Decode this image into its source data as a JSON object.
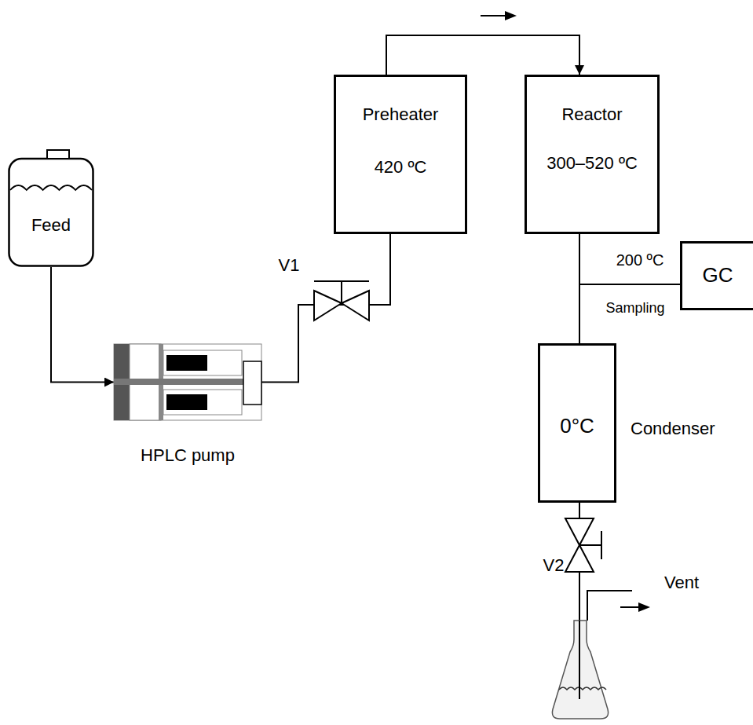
{
  "diagram": {
    "nodes": [
      {
        "text": [
          "Feed"
        ]
      },
      {
        "text": [
          "HPLC pump"
        ]
      },
      {
        "text": [
          "Preheater",
          "420 ºC"
        ]
      },
      {
        "text": [
          "Reactor",
          "300–520 ºC"
        ]
      },
      {
        "text": [
          "GC"
        ]
      },
      {
        "text": [
          "0°C",
          "Condenser"
        ]
      }
    ],
    "edges": [
      {
        "from": 0,
        "to": 1,
        "arrow": "to"
      },
      {
        "from": 1,
        "to": 2,
        "arrow": "none"
      },
      {
        "from": 2,
        "to": 3,
        "arrow": "to"
      },
      {
        "from": 3,
        "to": 4,
        "arrow": "none"
      },
      {
        "from": 3,
        "to": 5,
        "arrow": "none"
      }
    ],
    "labels": [
      "V1",
      "V2",
      "200 ºC",
      "Sampling",
      "Vent"
    ]
  }
}
